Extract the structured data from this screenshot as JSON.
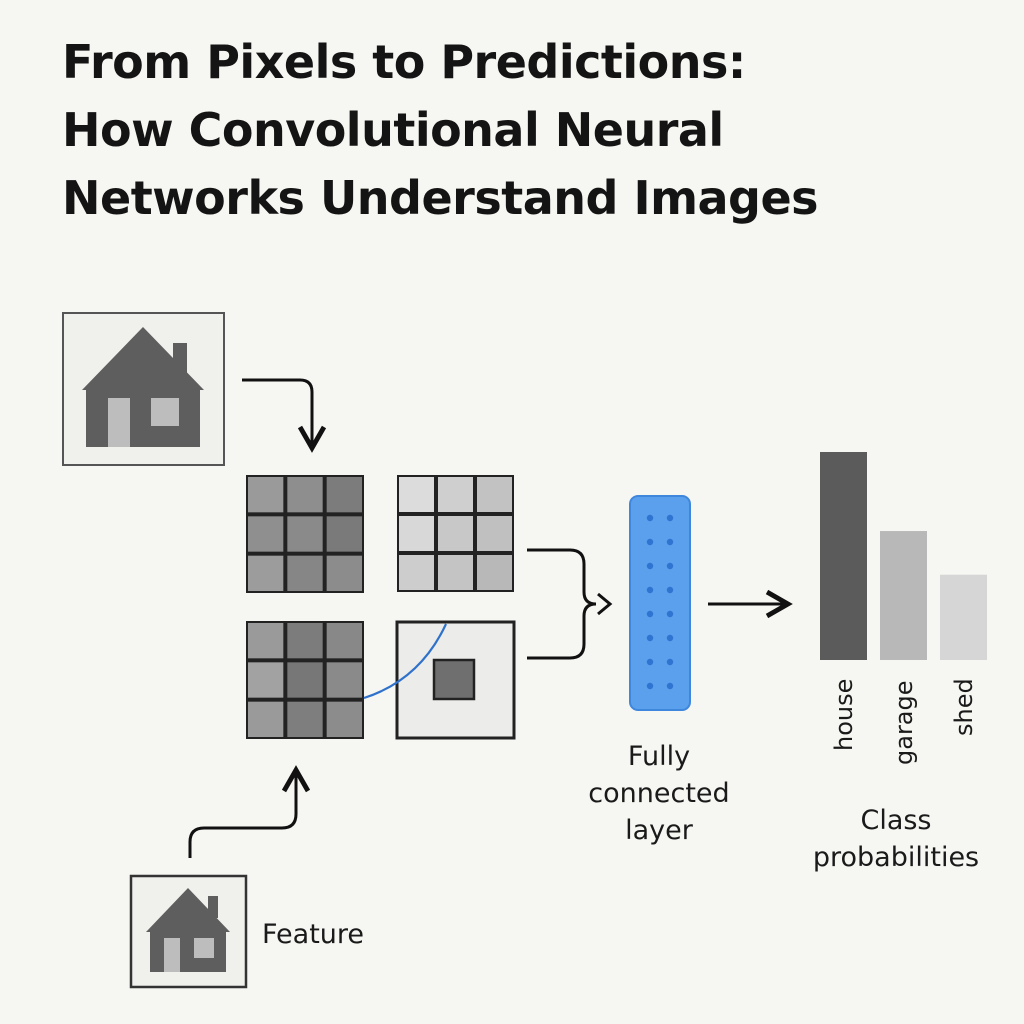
{
  "title": {
    "lines": [
      "From Pixels to Predictions:",
      "How Convolutional Neural",
      "Networks Understand Images"
    ]
  },
  "labels": {
    "feature": "Feature",
    "fully_connected": [
      "Fully",
      "connected",
      "layer"
    ],
    "class_probabilities": [
      "Class",
      "probabilities"
    ]
  },
  "colors": {
    "background": "#f6f6f2",
    "accent_blue": "#5aa0ec",
    "accent_blue_dots": "#2e74d0",
    "dark_gray": "#606060"
  },
  "chart_data": {
    "type": "bar",
    "categories": [
      "house",
      "garage",
      "shed"
    ],
    "values": [
      1.0,
      0.62,
      0.41
    ],
    "colors": [
      "#5b5b5b",
      "#b8b8b8",
      "#d6d6d6"
    ],
    "title": "",
    "xlabel": "Class probabilities",
    "ylabel": "",
    "ylim": [
      0,
      1
    ]
  }
}
